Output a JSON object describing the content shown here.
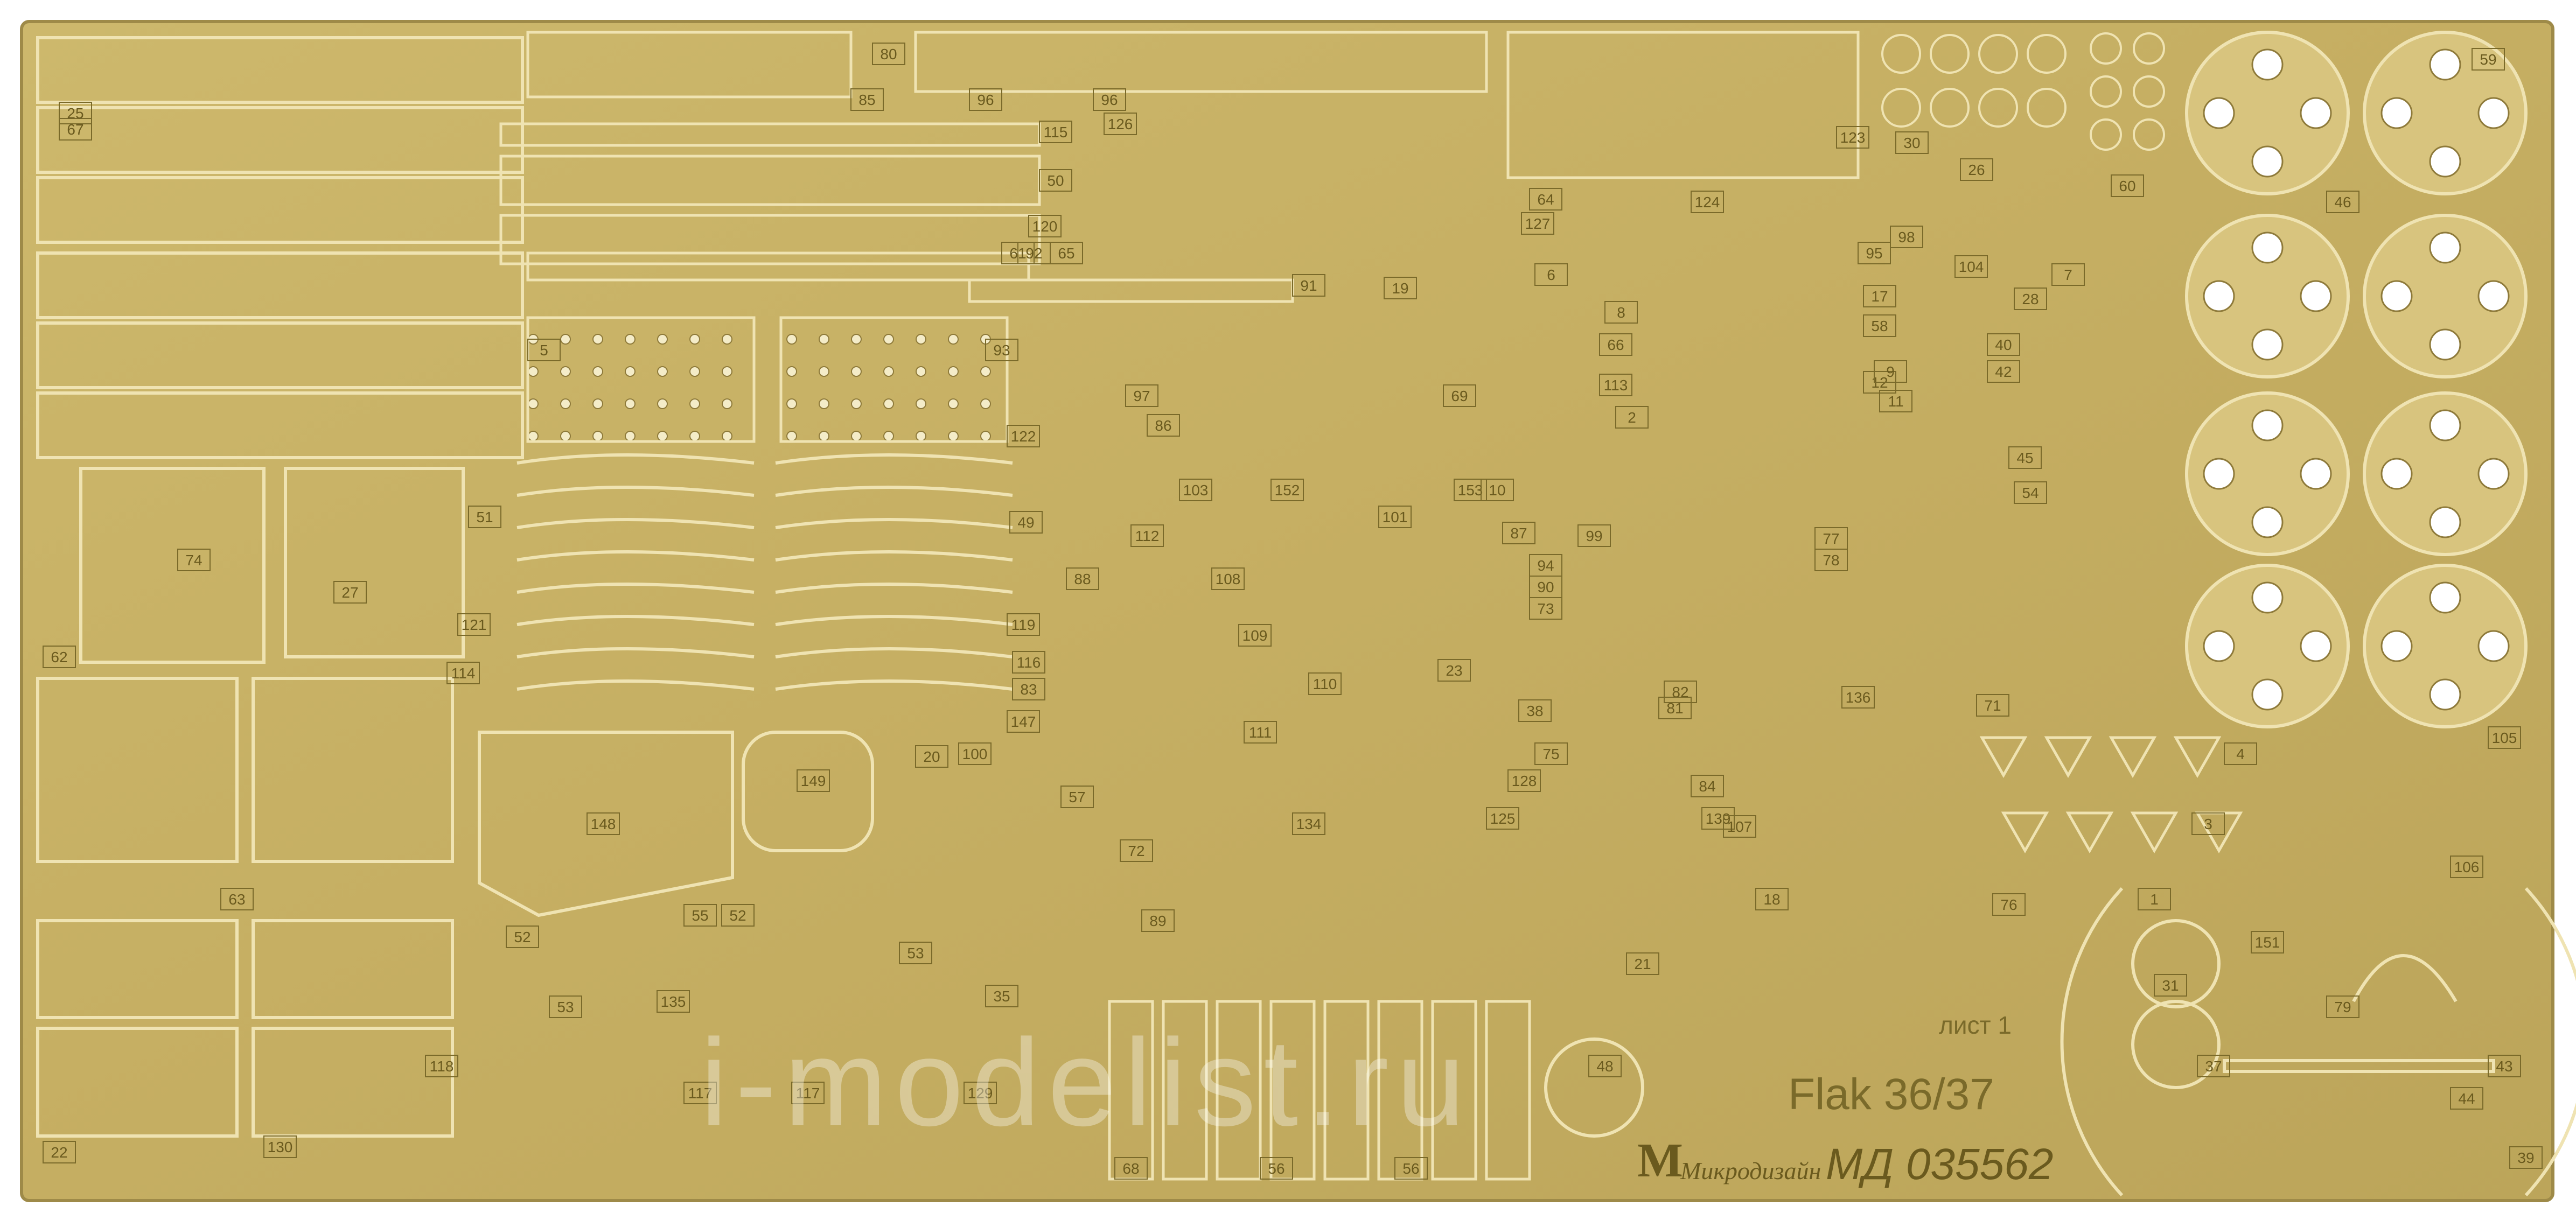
{
  "sheet": {
    "colors": {
      "brass": "#c9b56a",
      "brass_light": "#e2d29a",
      "brass_dark": "#8e7a3a",
      "background": "#ffffff"
    },
    "title_text": "Flak 36/37",
    "sheet_label": "лист 1",
    "brand": "Микродизайн",
    "catalog_number": "МД 035562",
    "watermark": "i-modelist.ru",
    "logo_letter": "M"
  },
  "part_numbers": [
    "80",
    "96",
    "96",
    "85",
    "115",
    "50",
    "126",
    "120",
    "92",
    "65",
    "61",
    "64",
    "124",
    "127",
    "123",
    "30",
    "26",
    "60",
    "59",
    "46",
    "95",
    "98",
    "104",
    "17",
    "58",
    "12",
    "28",
    "7",
    "5",
    "93",
    "97",
    "86",
    "69",
    "122",
    "103",
    "152",
    "153",
    "87",
    "51",
    "27",
    "74",
    "62",
    "49",
    "112",
    "88",
    "101",
    "99",
    "108",
    "119",
    "109",
    "116",
    "83",
    "110",
    "147",
    "100",
    "20",
    "114",
    "121",
    "111",
    "63",
    "148",
    "149",
    "72",
    "134",
    "125",
    "128",
    "139",
    "107",
    "84",
    "75",
    "82",
    "81",
    "136",
    "38",
    "23",
    "113",
    "11",
    "9",
    "2",
    "54",
    "45",
    "1",
    "76",
    "4",
    "3",
    "105",
    "106",
    "151",
    "79",
    "31",
    "37",
    "43",
    "48",
    "68",
    "56",
    "56",
    "118",
    "117",
    "117",
    "129",
    "22",
    "130",
    "21",
    "18",
    "55",
    "53",
    "52",
    "53",
    "52",
    "135",
    "35",
    "44",
    "39",
    "57",
    "89",
    "94",
    "90",
    "73",
    "71",
    "42",
    "40",
    "91",
    "19",
    "66",
    "67",
    "25",
    "6",
    "10",
    "78",
    "77",
    "8"
  ]
}
